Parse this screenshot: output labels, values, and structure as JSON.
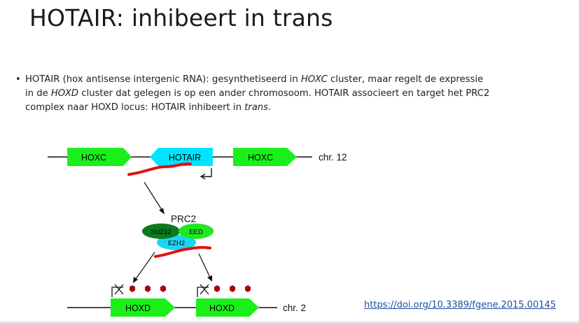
{
  "slide": {
    "title": "HOTAIR: inhibeert in trans",
    "bullet": {
      "marker": "•",
      "t1": "HOTAIR (hox antisense intergenic RNA): gesynthetiseerd in ",
      "t2": "HOXC",
      "t3": " cluster, maar regelt de expressie",
      "t4": "in de ",
      "t5": "HOXD",
      "t6": " cluster dat gelegen is op een ander chromosoom. HOTAIR associeert en target het PRC2",
      "t7": "complex naar HOXD locus: HOTAIR inhibeert in ",
      "t8": "trans",
      "t9": "."
    },
    "doi_link": "https://doi.org/10.3389/fgene.2015.00145"
  },
  "diagram": {
    "gene_hoxc_left": "HOXC",
    "gene_hotair": "HOTAIR",
    "gene_hoxc_right": "HOXC",
    "chr12_label": "chr. 12",
    "complex_label": "PRC2",
    "subunit_suz12": "SUZ12",
    "subunit_eed": "EED",
    "subunit_ezh2": "EZH2",
    "gene_hoxd_left": "HOXD",
    "gene_hoxd_right": "HOXD",
    "chr2_label": "chr. 2",
    "colors": {
      "gene_green": "#19f019",
      "hotair_cyan": "#00e5ff",
      "rna_red": "#e01010",
      "suz12_dark_green": "#0a7a1e",
      "eed_green": "#22e622",
      "ezh2_cyan": "#1ad7f5",
      "mark_red": "#b00000"
    }
  }
}
